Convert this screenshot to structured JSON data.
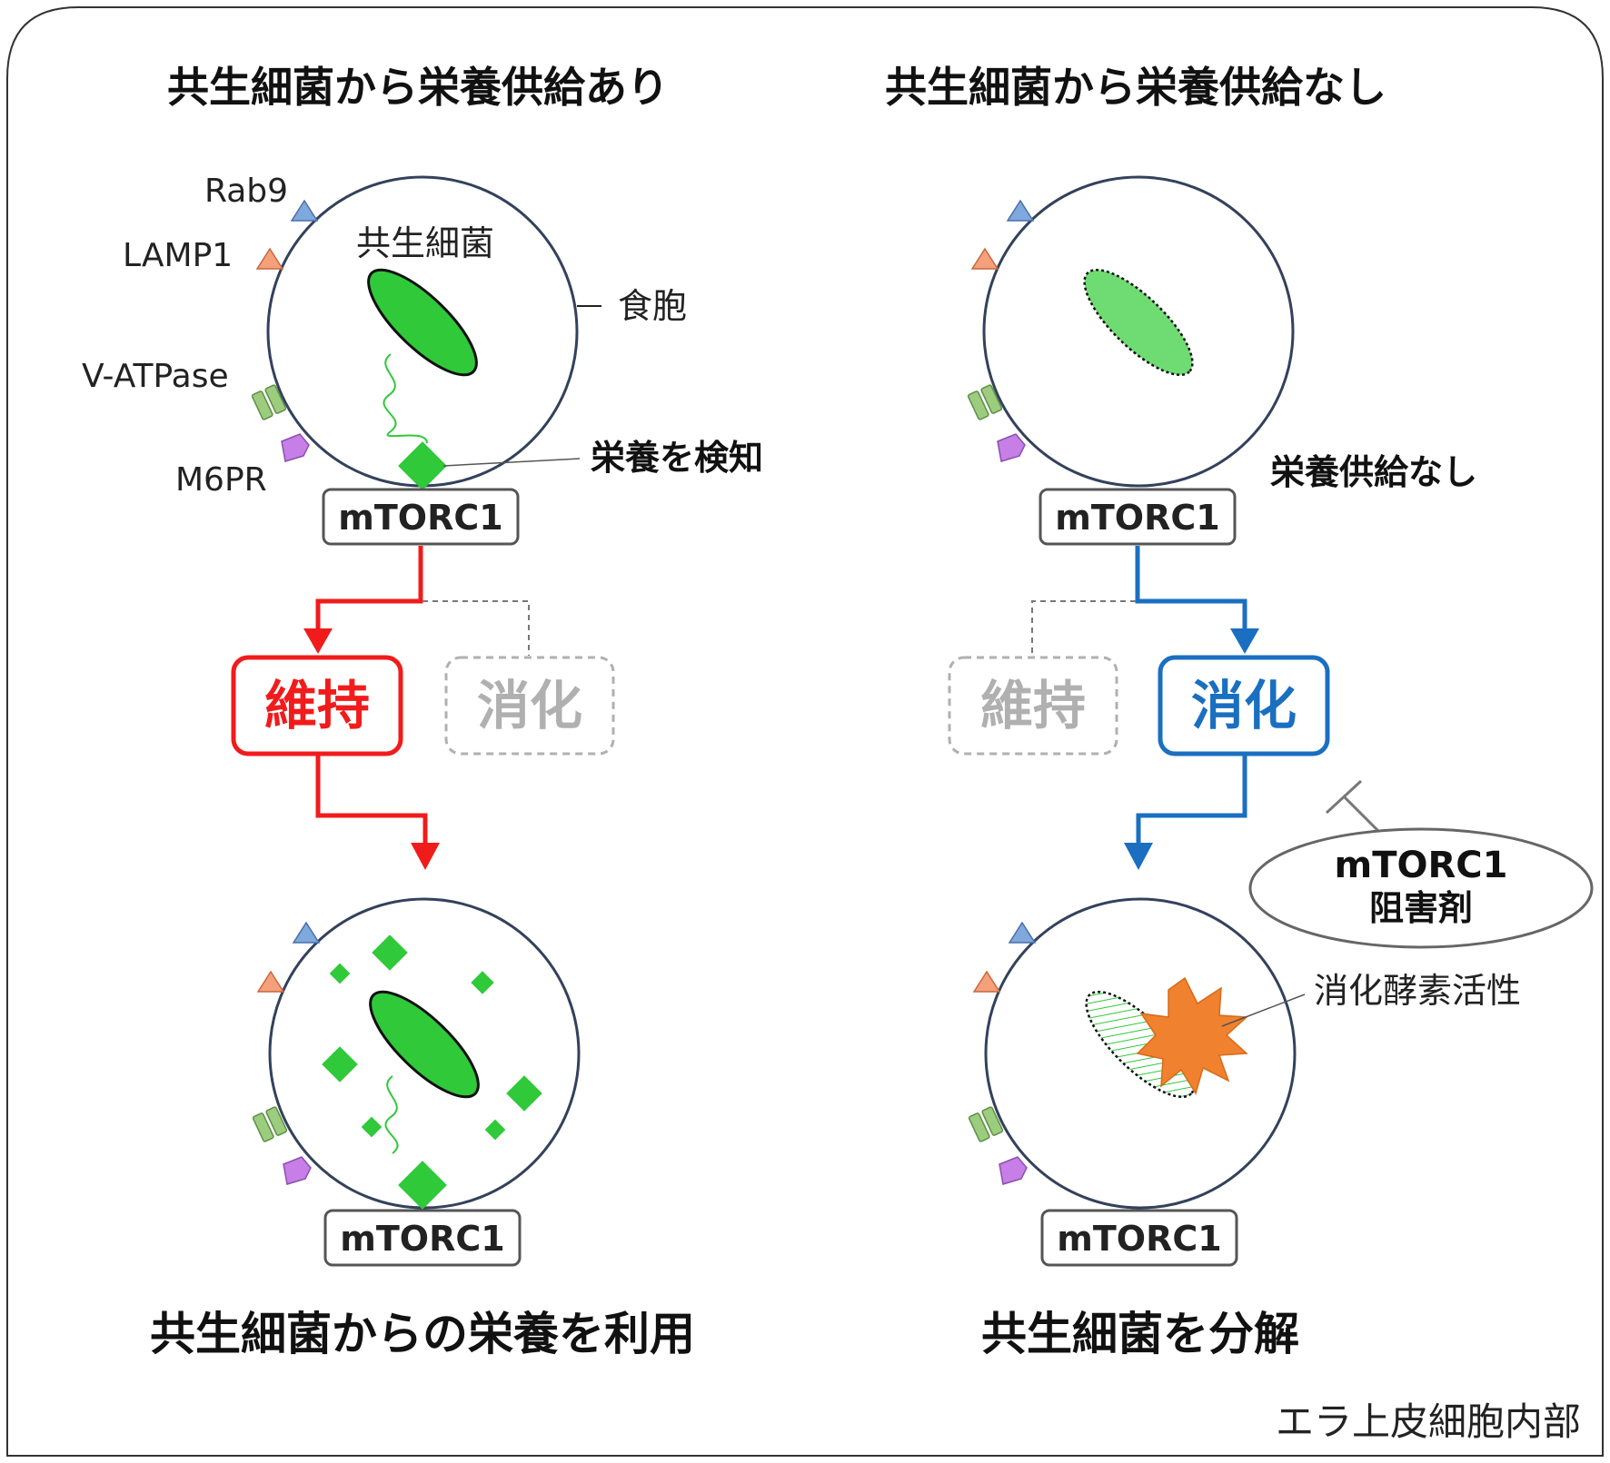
{
  "colors": {
    "membrane": "#33415c",
    "bacteria": "#2fc93a",
    "bacteria_faded": "#6fdc73",
    "nutrient": "#2fc93a",
    "rab9": "#7fa8dc",
    "lamp1": "#f4a07a",
    "vatpase": "#9ccc7e",
    "m6pr": "#c77ee6",
    "maintain": "#f01c1c",
    "digest": "#1a6fc0",
    "inactive": "#b0b0b0",
    "enzyme": "#f0812e",
    "box_border": "#555555"
  },
  "left": {
    "title": "共生細菌から栄養供給あり",
    "labels": {
      "rab9": "Rab9",
      "lamp1": "LAMP1",
      "vatpase": "V-ATPase",
      "m6pr": "M6PR",
      "bacteria": "共生細菌",
      "phagosome": "食胞",
      "sensing": "栄養を検知"
    },
    "mtorc1_top": "mTORC1",
    "maintain": "維持",
    "digest": "消化",
    "mtorc1_bottom": "mTORC1",
    "result": "共生細菌からの栄養を利用"
  },
  "right": {
    "title": "共生細菌から栄養供給なし",
    "no_supply": "栄養供給なし",
    "mtorc1_top": "mTORC1",
    "maintain": "維持",
    "digest": "消化",
    "inhibitor_line1": "mTORC1",
    "inhibitor_line2": "阻害剤",
    "enzyme": "消化酵素活性",
    "mtorc1_bottom": "mTORC1",
    "result": "共生細菌を分解"
  },
  "footer": "エラ上皮細胞内部"
}
